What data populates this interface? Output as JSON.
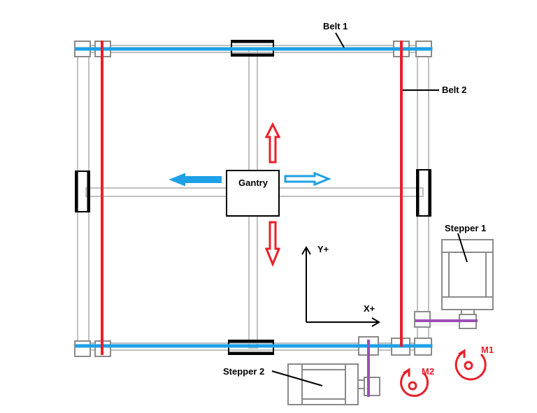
{
  "labels": {
    "belt1": "Belt 1",
    "belt2": "Belt 2",
    "gantry": "Gantry",
    "stepper1": "Stepper 1",
    "stepper2": "Stepper 2",
    "y_axis": "Y+",
    "x_axis": "X+",
    "m1": "M1",
    "m2": "M2"
  },
  "colors": {
    "belt_blue": "#1ea0e6",
    "belt_red": "#e8202a",
    "rail_gray": "#c0c0c0",
    "pulley_gray": "#8a8a8a",
    "coupler_purple": "#9b4fb4",
    "motor_red": "#e8202a",
    "ink": "#000000"
  }
}
